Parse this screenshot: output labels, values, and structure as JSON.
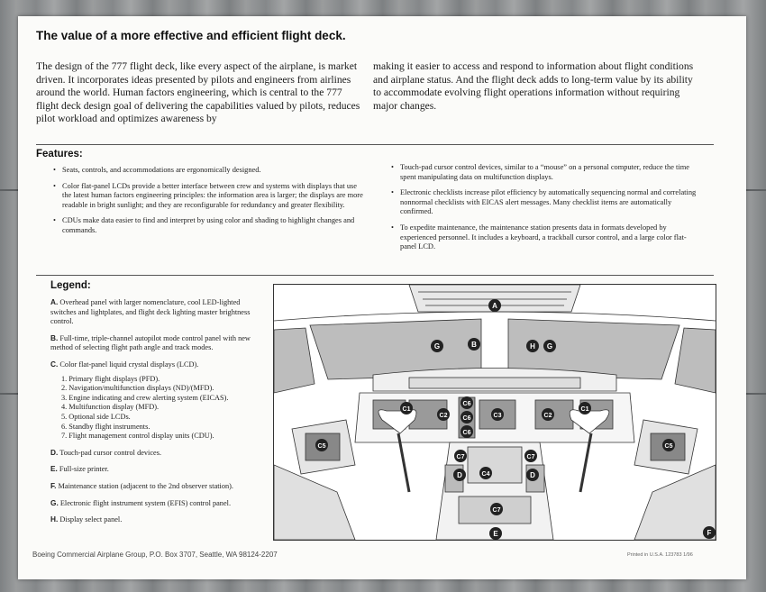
{
  "title": "The value of a more effective and efficient flight deck.",
  "intro_left": "The design of the 777 flight deck, like every aspect of the airplane, is market driven. It incorporates ideas presented by pilots and engineers from airlines around the world. Human factors engineering, which is central to the 777 flight deck design goal of delivering the capabilities valued by pilots, reduces pilot workload and optimizes awareness by",
  "intro_right": "making it easier to access and respond to information about flight conditions and airplane status. And the flight deck adds to long-term value by its ability to accommodate evolving flight operations information without requiring major changes.",
  "features": {
    "heading": "Features:",
    "left": [
      "Seats, controls, and accommodations are ergonomically designed.",
      "Color flat-panel LCDs provide a better interface between crew and systems with displays that use the latest human factors engineering principles: the information area is larger; the displays are more readable in bright sunlight; and they are reconfigurable for redundancy and greater flexibility.",
      "CDUs make data easier to find and interpret by using color and shading to highlight changes and commands."
    ],
    "right": [
      "Touch-pad cursor control devices, similar to a “mouse” on a personal computer, reduce the time spent manipulating data on multifunction displays.",
      "Electronic checklists increase pilot efficiency by automatically sequencing normal and correlating nonnormal checklists with EICAS alert messages. Many checklist items are automatically confirmed.",
      "To expedite maintenance, the maintenance station presents data in formats developed by experienced personnel. It includes a keyboard, a trackball cursor control, and a large color flat-panel LCD."
    ]
  },
  "legend": {
    "heading": "Legend:",
    "items": [
      {
        "letter": "A.",
        "text": "Overhead panel with larger nomenclature, cool LED-lighted switches and lightplates, and flight deck lighting master brightness control."
      },
      {
        "letter": "B.",
        "text": "Full-time, triple-channel autopilot mode control panel with new method of selecting flight path angle and track modes."
      },
      {
        "letter": "C.",
        "text": "Color flat-panel liquid crystal displays (LCD)."
      },
      {
        "letter": "D.",
        "text": "Touch-pad cursor control devices."
      },
      {
        "letter": "E.",
        "text": "Full-size printer."
      },
      {
        "letter": "F.",
        "text": "Maintenance station (adjacent to the 2nd observer station)."
      },
      {
        "letter": "G.",
        "text": "Electronic flight instrument system (EFIS) control panel."
      },
      {
        "letter": "H.",
        "text": "Display select panel."
      }
    ],
    "sub_items": [
      "1. Primary flight displays (PFD).",
      "2. Navigation/multifunction displays (ND)/(MFD).",
      "3. Engine indicating and crew alerting system (EICAS).",
      "4. Multifunction display (MFD).",
      "5. Optional side LCDs.",
      "6. Standby flight instruments.",
      "7. Flight management control display units (CDU)."
    ]
  },
  "diagram_labels": {
    "a": "A",
    "b": "B",
    "g": "G",
    "h": "H",
    "d": "D",
    "e": "E",
    "f": "F",
    "c1": "C1",
    "c2": "C2",
    "c3": "C3",
    "c5": "C5",
    "c6": "C6",
    "c7": "C7",
    "c4": "C4"
  },
  "footer": "Boeing Commercial Airplane Group, P.O. Box 3707, Seattle, WA 98124-2207",
  "printed": "Printed in U.S.A. 123783 1/96"
}
